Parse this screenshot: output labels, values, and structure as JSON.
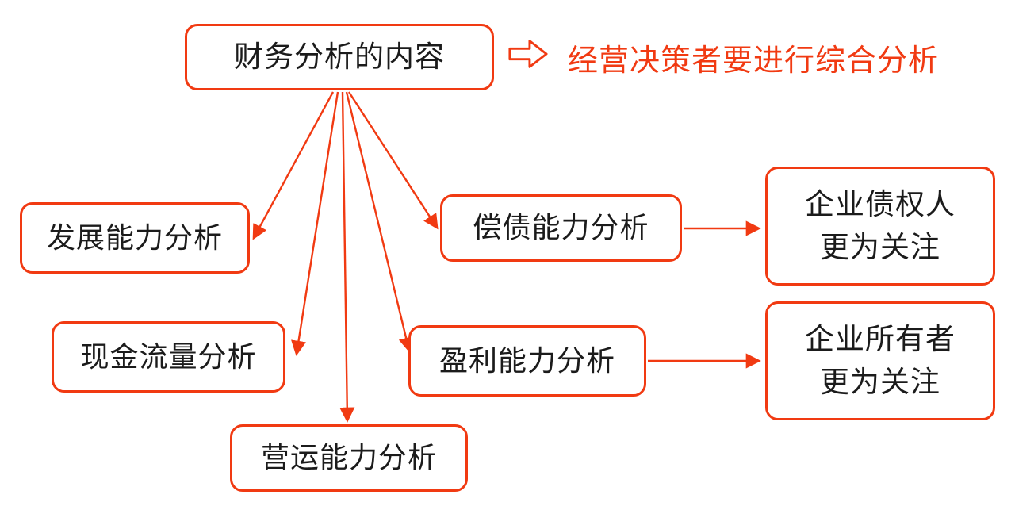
{
  "colors": {
    "accent": "#f13a12",
    "text": "#1b1b1b",
    "background": "#ffffff"
  },
  "icons": {
    "block_arrow": "hollow rightwards block arrow"
  },
  "root": {
    "title": "财务分析的内容",
    "annotation": "经营决策者要进行综合分析"
  },
  "branches": [
    {
      "id": "development",
      "label": "发展能力分析"
    },
    {
      "id": "cashflow",
      "label": "现金流量分析"
    },
    {
      "id": "operating",
      "label": "营运能力分析"
    },
    {
      "id": "solvency",
      "label": "偿债能力分析"
    },
    {
      "id": "profitability",
      "label": "盈利能力分析"
    }
  ],
  "notes": [
    {
      "id": "creditors",
      "lines": [
        "企业债权人",
        "更为关注"
      ]
    },
    {
      "id": "owners",
      "lines": [
        "企业所有者",
        "更为关注"
      ]
    }
  ]
}
